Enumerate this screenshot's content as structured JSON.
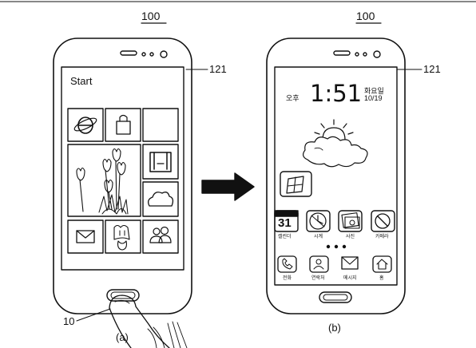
{
  "figure": {
    "ref_left": "100",
    "ref_right": "100",
    "screen_ref_left": "121",
    "screen_ref_right": "121",
    "finger_ref": "10",
    "caption_left": "(a)",
    "caption_right": "(b)"
  },
  "left_phone": {
    "start_label": "Start",
    "tiles": [
      {
        "name": "ie-tile",
        "icon": "internet-explorer-icon"
      },
      {
        "name": "store-tile",
        "icon": "shopping-bag-icon"
      },
      {
        "name": "blank-tile",
        "icon": ""
      },
      {
        "name": "photo-tile",
        "icon": "tulips-image"
      },
      {
        "name": "film-tile",
        "icon": "film-icon"
      },
      {
        "name": "weather-tile",
        "icon": "cloud-icon"
      },
      {
        "name": "mail-tile",
        "icon": "envelope-icon"
      },
      {
        "name": "game-tile",
        "icon": "game-controller-icon"
      },
      {
        "name": "people-tile",
        "icon": "people-icon"
      }
    ]
  },
  "right_phone": {
    "ampm": "오후",
    "time": "1:51",
    "weekday": "화요일",
    "date": "10/19",
    "windows_icon": "windows-logo-icon",
    "weather_icon": "sun-cloud-icon",
    "calendar_day": "31",
    "apps": [
      {
        "label": "캘린더",
        "icon": "calendar-icon"
      },
      {
        "label": "시계",
        "icon": "clock-icon"
      },
      {
        "label": "사진",
        "icon": "photos-icon"
      },
      {
        "label": "카메라",
        "icon": "camera-icon"
      }
    ],
    "dock": [
      {
        "label": "전화",
        "icon": "phone-icon"
      },
      {
        "label": "연락처",
        "icon": "contacts-icon"
      },
      {
        "label": "메시지",
        "icon": "message-icon"
      },
      {
        "label": "홈",
        "icon": "home-icon"
      }
    ]
  }
}
